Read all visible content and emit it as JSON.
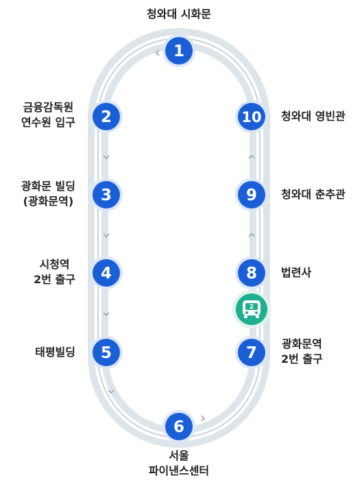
{
  "colors": {
    "track_outer": "#dde5ea",
    "track_inner": "#ffffff",
    "track_center": "#c8d3da",
    "stop_fill": "#1a5fd6",
    "stop_ring": "#dbe6f8",
    "bus_fill": "#1fae8f",
    "arrow": "#9aa6ae"
  },
  "bus": {
    "icon": "bus-icon",
    "number": "2"
  },
  "stops": [
    {
      "num": "1",
      "lines": [
        "청와대 시화문"
      ]
    },
    {
      "num": "2",
      "lines": [
        "금융감독원",
        "연수원 입구"
      ]
    },
    {
      "num": "3",
      "lines": [
        "광화문 빌딩",
        "(광화문역)"
      ]
    },
    {
      "num": "4",
      "lines": [
        "시청역",
        "2번 출구"
      ]
    },
    {
      "num": "5",
      "lines": [
        "태평빌딩"
      ]
    },
    {
      "num": "6",
      "lines": [
        "서울",
        "파이낸스센터"
      ]
    },
    {
      "num": "7",
      "lines": [
        "광화문역",
        "2번 출구"
      ]
    },
    {
      "num": "8",
      "lines": [
        "법련사"
      ]
    },
    {
      "num": "9",
      "lines": [
        "청와대 춘추관"
      ]
    },
    {
      "num": "10",
      "lines": [
        "청와대 영빈관"
      ]
    }
  ]
}
